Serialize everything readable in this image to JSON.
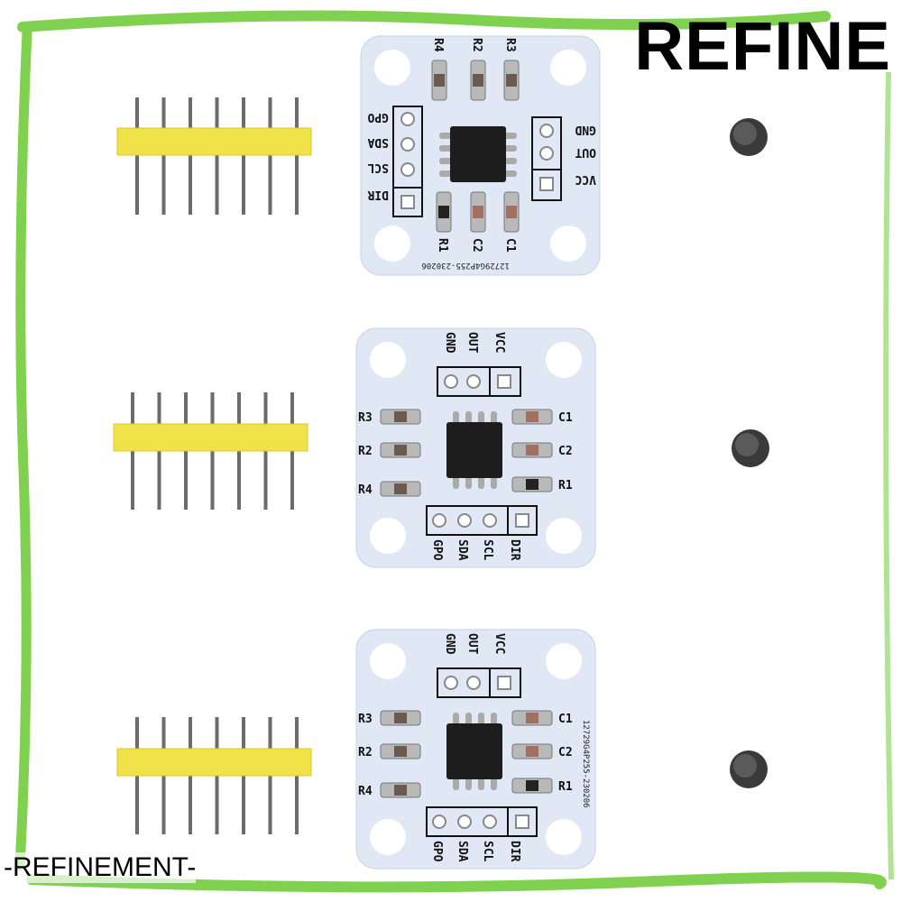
{
  "watermark": {
    "top": "REFINE",
    "bottom": "-REFINEMENT-"
  },
  "colors": {
    "frame": "#7fd14f",
    "board": "#dfe8f4",
    "header_plastic": "#f2e24a",
    "pin": "#6b6b6b",
    "chip": "#1d1d1d",
    "magnet": "#3a3a3a"
  },
  "board": {
    "top_header": [
      "GND",
      "OUT",
      "VCC"
    ],
    "bottom_header": [
      "GPO",
      "SDA",
      "SCL",
      "DIR"
    ],
    "left_parts": [
      "R3",
      "R2",
      "R4"
    ],
    "right_parts": [
      "C1",
      "C2",
      "R1"
    ],
    "serial": "12729G4P255-230206"
  },
  "items": [
    {
      "type": "pcb-module",
      "orientation": "rotated"
    },
    {
      "type": "pcb-module",
      "orientation": "upright"
    },
    {
      "type": "pcb-module",
      "orientation": "upright"
    }
  ]
}
